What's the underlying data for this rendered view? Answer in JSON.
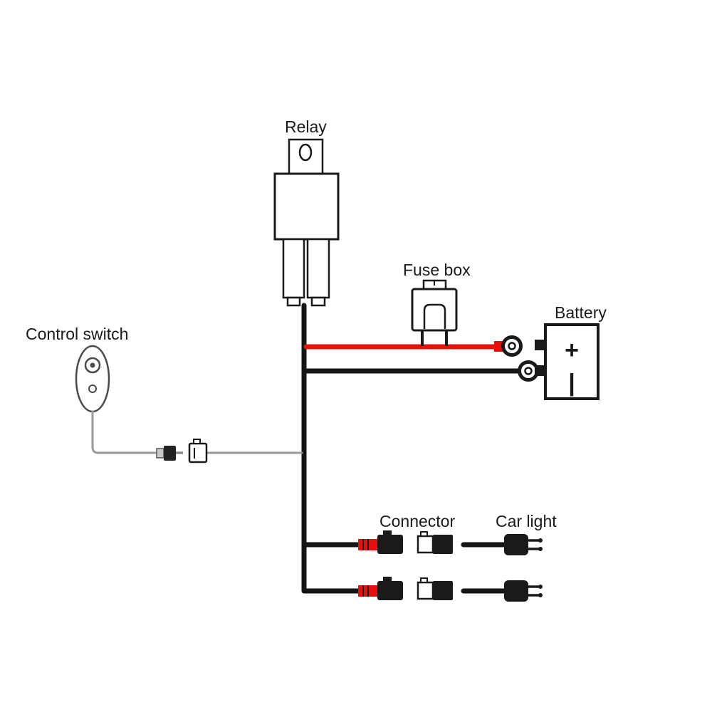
{
  "labels": {
    "relay": "Relay",
    "fuse_box": "Fuse box",
    "battery": "Battery",
    "control_switch": "Control switch",
    "connector": "Connector",
    "car_light": "Car light"
  },
  "battery": {
    "positive": "+",
    "negative": "|"
  },
  "colors": {
    "wire_black": "#151515",
    "wire_red": "#e8100c",
    "wire_gray": "#9a9a9a",
    "outline": "#1a1a1a",
    "background": "#ffffff"
  }
}
